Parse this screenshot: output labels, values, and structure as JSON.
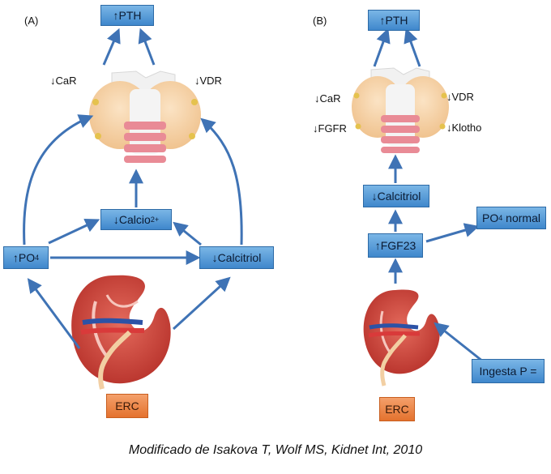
{
  "caption": "Modificado de Isakova T, Wolf MS, Kidnet Int, 2010",
  "panel_a": {
    "label": "(A)",
    "pth": "↑PTH",
    "car": "↓CaR",
    "vdr": "↓VDR",
    "calcio_base": "↓Calcio",
    "calcio_sup": "2+",
    "po4_base": "↑PO",
    "po4_sub": "4",
    "calcitriol": "↓Calcitriol",
    "erc": "ERC"
  },
  "panel_b": {
    "label": "(B)",
    "pth": "↑PTH",
    "car": "↓CaR",
    "fgfr": "↓FGFR",
    "vdr": "↓VDR",
    "klotho": "↓Klotho",
    "calcitriol": "↓Calcitriol",
    "fgf23": "↑FGF23",
    "po4_normal_base": "PO",
    "po4_normal_sub": "4",
    "po4_normal_rest": " normal",
    "ingesta": "Ingesta P =",
    "erc": "ERC"
  }
}
